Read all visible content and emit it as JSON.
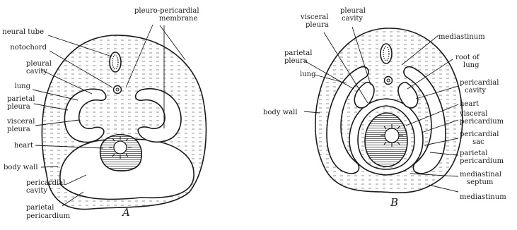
{
  "figure": {
    "panel_a": {
      "caption": "A",
      "labels": {
        "neural_tube": "neural tube",
        "notochord": "notochord",
        "pleural_cavity_1": "pleural",
        "pleural_cavity_2": "cavity",
        "lung": "lung",
        "parietal_pleura_1": "parietal",
        "parietal_pleura_2": "pleura",
        "visceral_pleura_1": "visceral",
        "visceral_pleura_2": "pleura",
        "heart": "heart",
        "body_wall": "body wall",
        "pericardial_cavity_1": "pericardial",
        "pericardial_cavity_2": "cavity",
        "parietal_pericardium_1": "parietal",
        "parietal_pericardium_2": "pericardium",
        "pleuro_pericardial_1": "pleuro-pericardial",
        "pleuro_pericardial_2": "membrane"
      }
    },
    "panel_b": {
      "caption": "B",
      "labels": {
        "visceral_pleura_1": "visceral",
        "visceral_pleura_2": "pleura",
        "pleural_cavity_1": "pleural",
        "pleural_cavity_2": "cavity",
        "mediastinum_top": "mediastinum",
        "parietal_pleura_1": "parietal",
        "parietal_pleura_2": "pleura",
        "lung": "lung",
        "root_of_lung_1": "root of",
        "root_of_lung_2": "lung",
        "body_wall": "body wall",
        "pericardial_cavity_1": "pericardial",
        "pericardial_cavity_2": "cavity",
        "heart": "heart",
        "visceral_pericardium_1": "visceral",
        "visceral_pericardium_2": "pericardium",
        "pericardial_sac_1": "pericardial",
        "pericardial_sac_2": "sac",
        "parietal_pericardium_1": "parietal",
        "parietal_pericardium_2": "pericardium",
        "mediastinal_septum_1": "mediastinal",
        "mediastinal_septum_2": "septum",
        "mediastinum_bottom": "mediastinum"
      }
    }
  }
}
